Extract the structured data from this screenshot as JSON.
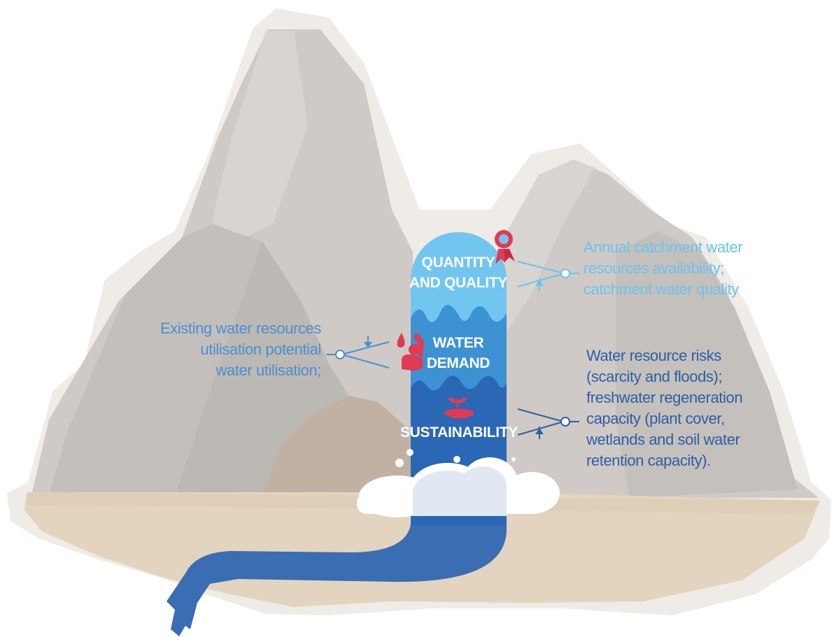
{
  "column": {
    "labels": [
      "QUANTITY",
      "AND QUALITY",
      "WATER",
      "DEMAND",
      "SUSTAINABILITY"
    ]
  },
  "notes": {
    "left": [
      "Existing water resources",
      "utilisation potential",
      "water utilisation;"
    ],
    "top_right": [
      "Annual catchment water",
      "resources availability;",
      "catchment water quality"
    ],
    "bottom_right": [
      "Water resource risks",
      "(scarcity and floods);",
      "freshwater regeneration",
      "capacity (plant cover,",
      "wetlands and soil water",
      "retention capacity)."
    ]
  },
  "icons": [
    "award-ribbon-icon",
    "person-water-drop-icon",
    "hand-plant-icon",
    "measuring-compass-icon"
  ],
  "colors": {
    "quality_band": "#72c5ef",
    "demand_band": "#3c92d3",
    "sustainability_band": "#2a67b4",
    "river": "#3a6db2",
    "accent_red": "#e03a55",
    "mountain": "#c9c5c1",
    "ground": "#e3d4bf"
  }
}
